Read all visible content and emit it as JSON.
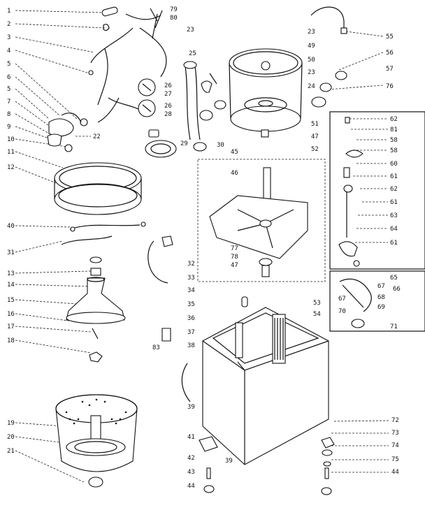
{
  "labels_left": [
    "1",
    "2",
    "3",
    "4",
    "5",
    "6",
    "7",
    "8",
    "9",
    "10",
    "11",
    "12",
    "40",
    "31",
    "13",
    "14",
    "15",
    "16",
    "17",
    "18",
    "19",
    "20",
    "21"
  ],
  "labels_mid": [
    "79",
    "80",
    "23",
    "22",
    "25",
    "26",
    "27",
    "28",
    "29",
    "30",
    "46",
    "45",
    "77",
    "78",
    "47",
    "32",
    "33",
    "34",
    "35",
    "36",
    "37",
    "38",
    "39",
    "41",
    "42",
    "43",
    "44",
    "83"
  ],
  "labels_right": [
    "55",
    "56",
    "57",
    "23",
    "49",
    "50",
    "23",
    "24",
    "76",
    "51",
    "47",
    "52",
    "53",
    "54"
  ],
  "labels_inset": [
    "62",
    "81",
    "58",
    "58",
    "60",
    "61",
    "62",
    "61",
    "63",
    "64",
    "61",
    "65",
    "67",
    "66",
    "67",
    "68",
    "69",
    "70",
    "71"
  ],
  "labels_bottom_right": [
    "72",
    "73",
    "74",
    "75",
    "44"
  ]
}
